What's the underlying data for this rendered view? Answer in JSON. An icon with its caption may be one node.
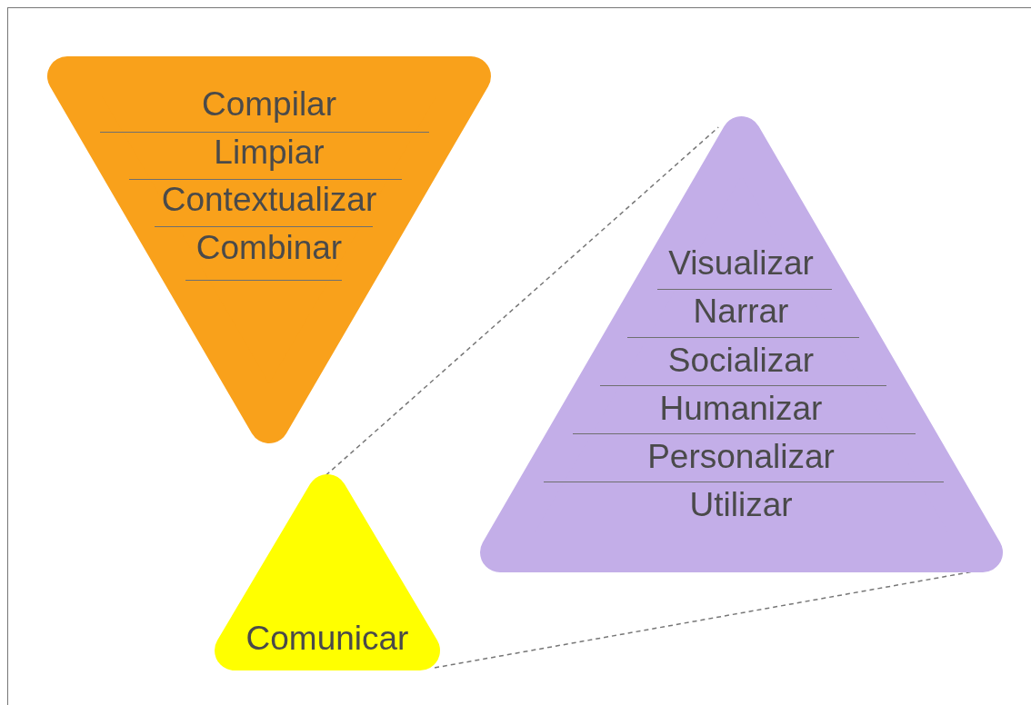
{
  "diagram": {
    "nodes": [
      {
        "text": [
          "Compilar",
          "Limpiar",
          "Contextualizar",
          "Combinar"
        ]
      },
      {
        "text": [
          "Visualizar",
          "Narrar",
          "Socializar",
          "Humanizar",
          "Personalizar",
          "Utilizar"
        ]
      },
      {
        "text": [
          "Comunicar"
        ]
      }
    ],
    "edges": [
      {
        "from": 2,
        "to": 1,
        "arrow": "none",
        "style": "dashed"
      },
      {
        "from": 2,
        "to": 1,
        "arrow": "none",
        "style": "dashed"
      }
    ]
  }
}
